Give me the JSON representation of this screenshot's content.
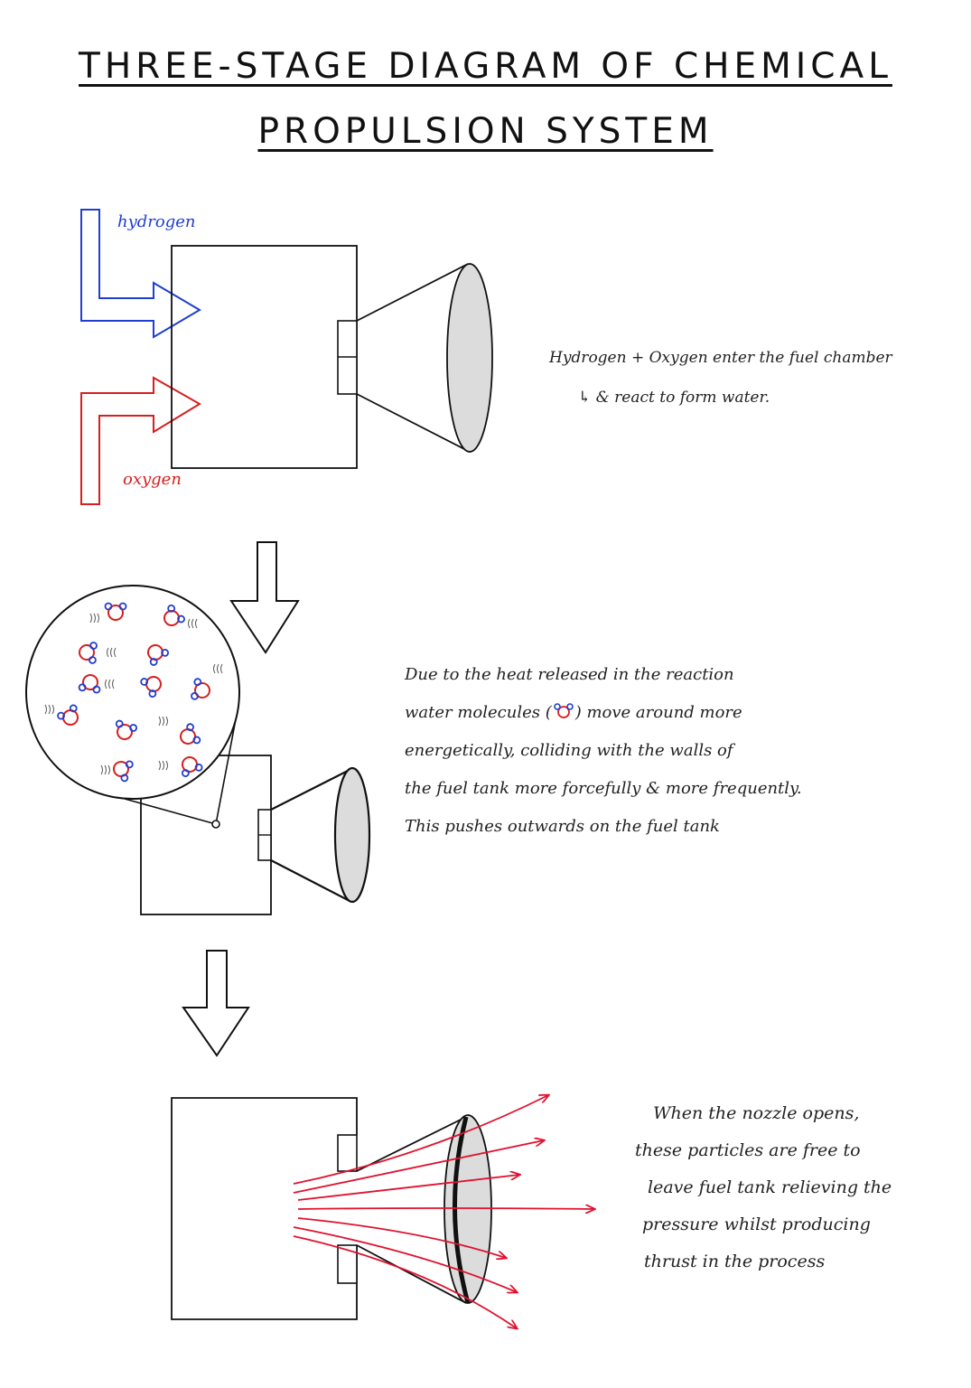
{
  "title": {
    "line1": "THREE-STAGE DIAGRAM OF CHEMICAL",
    "line2": "PROPULSION SYSTEM"
  },
  "stage1": {
    "hydrogen_label": "hydrogen",
    "oxygen_label": "oxygen",
    "note": {
      "line1": "Hydrogen + Oxygen enter the fuel chamber",
      "line2": "↳ & react to form water."
    }
  },
  "stage2": {
    "note": {
      "line1": "Due to the heat released in the reaction",
      "line2_a": "water molecules (",
      "line2_b": ") move around more",
      "line3": "energetically, colliding with the walls of",
      "line4": "the fuel tank more forcefully & more frequently.",
      "line5": "This pushes outwards on the fuel tank"
    }
  },
  "stage3": {
    "note": {
      "line1": "When the nozzle opens,",
      "line2": "these particles are free to",
      "line3": "leave fuel tank relieving the",
      "line4": "pressure whilst producing",
      "line5": "thrust in the process"
    }
  },
  "colors": {
    "hydrogen": "#1f3fcf",
    "oxygen": "#d81e1e",
    "exhaust": "#e0122f",
    "nozzle_fill": "#dcdcdc",
    "ink": "#111111"
  }
}
